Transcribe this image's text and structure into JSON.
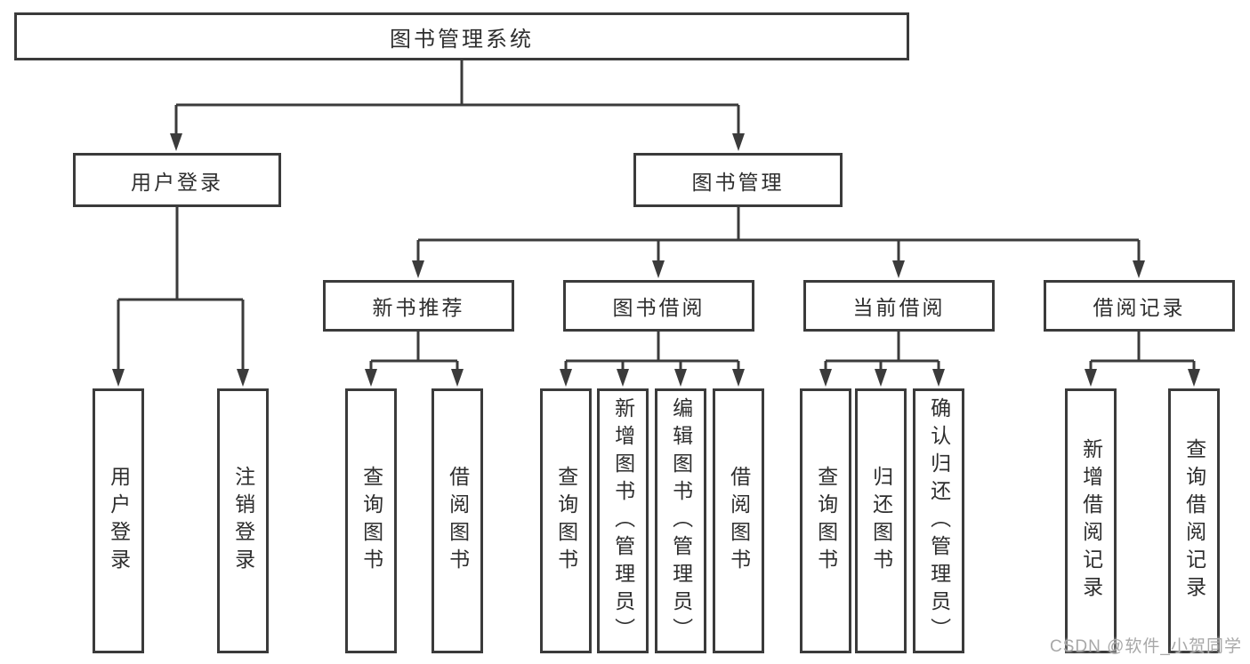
{
  "colors": {
    "line": "#3b3b3b",
    "box_border": "#3b3b3b",
    "text": "#2e2e2e",
    "watermark": "#a8a8a8",
    "background": "#ffffff"
  },
  "watermark": {
    "text": "CSDN @软件_小贺同学"
  },
  "tree": {
    "root": {
      "label": "图书管理系统"
    },
    "branches": [
      {
        "label": "用户登录",
        "children": [
          {
            "label": "用户登录"
          },
          {
            "label": "注销登录"
          }
        ]
      },
      {
        "label": "图书管理",
        "children": [
          {
            "label": "新书推荐",
            "children": [
              {
                "label": "查询图书"
              },
              {
                "label": "借阅图书"
              }
            ]
          },
          {
            "label": "图书借阅",
            "children": [
              {
                "label": "查询图书"
              },
              {
                "label": "新增图书（管理员）"
              },
              {
                "label": "编辑图书（管理员）"
              },
              {
                "label": "借阅图书"
              }
            ]
          },
          {
            "label": "当前借阅",
            "children": [
              {
                "label": "查询图书"
              },
              {
                "label": "归还图书"
              },
              {
                "label": "确认归还（管理员）"
              }
            ]
          },
          {
            "label": "借阅记录",
            "children": [
              {
                "label": "新增借阅记录"
              },
              {
                "label": "查询借阅记录"
              }
            ]
          }
        ]
      }
    ]
  }
}
